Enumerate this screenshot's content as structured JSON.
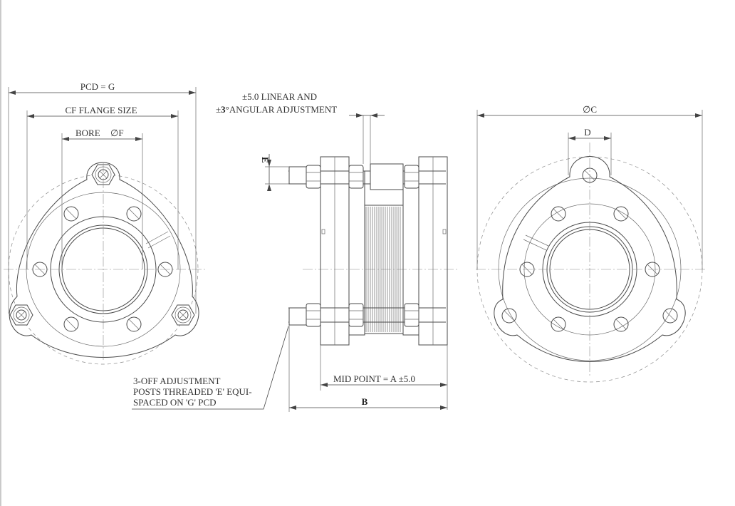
{
  "labels": {
    "pcd": "PCD = G",
    "cf_flange_size": "CF FLANGE SIZE",
    "bore": "BORE",
    "bore_sym": "∅F",
    "linear_adj": "±5.0 LINEAR AND",
    "angular_adj_pre": "±",
    "angular_adj_num": "3",
    "angular_adj_post": "°ANGULAR ADJUSTMENT",
    "dim_e": "E",
    "dia_c": "∅C",
    "dim_d": "D",
    "note_line1": "3-OFF ADJUSTMENT",
    "note_line2": "POSTS THREADED 'E' EQUI-",
    "note_line3": "SPACED ON 'G' PCD",
    "mid_point": "MID POINT = A ±5.0",
    "dim_b": "B"
  }
}
